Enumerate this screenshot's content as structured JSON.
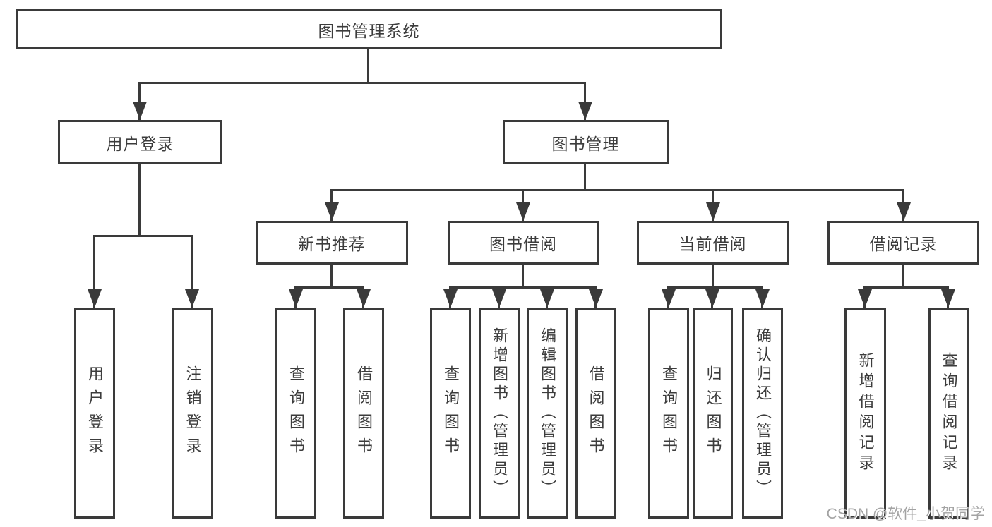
{
  "diagram": {
    "title": "图书管理系统",
    "root": {
      "label": "图书管理系统"
    },
    "level2": [
      {
        "label": "用户登录"
      },
      {
        "label": "图书管理"
      }
    ],
    "level3": [
      {
        "label": "新书推荐"
      },
      {
        "label": "图书借阅"
      },
      {
        "label": "当前借阅"
      },
      {
        "label": "借阅记录"
      }
    ],
    "leaves": {
      "user_login": [
        {
          "label": "用户登录"
        },
        {
          "label": "注销登录"
        }
      ],
      "new_books": [
        {
          "label": "查询图书"
        },
        {
          "label": "借阅图书"
        }
      ],
      "book_borrow": [
        {
          "label": "查询图书"
        },
        {
          "label": "新增图书（管理员）"
        },
        {
          "label": "编辑图书（管理员）"
        },
        {
          "label": "借阅图书"
        }
      ],
      "current_borrow": [
        {
          "label": "查询图书"
        },
        {
          "label": "归还图书"
        },
        {
          "label": "确认归还（管理员）"
        }
      ],
      "borrow_records": [
        {
          "label": "新增借阅记录"
        },
        {
          "label": "查询借阅记录"
        }
      ]
    },
    "colors": {
      "line": "#3a3a3a",
      "text": "#3c3c3c",
      "background": "#ffffff",
      "watermark": "#a3a3a3"
    }
  },
  "watermark": {
    "text": "CSDN @软件_小贺同学"
  }
}
